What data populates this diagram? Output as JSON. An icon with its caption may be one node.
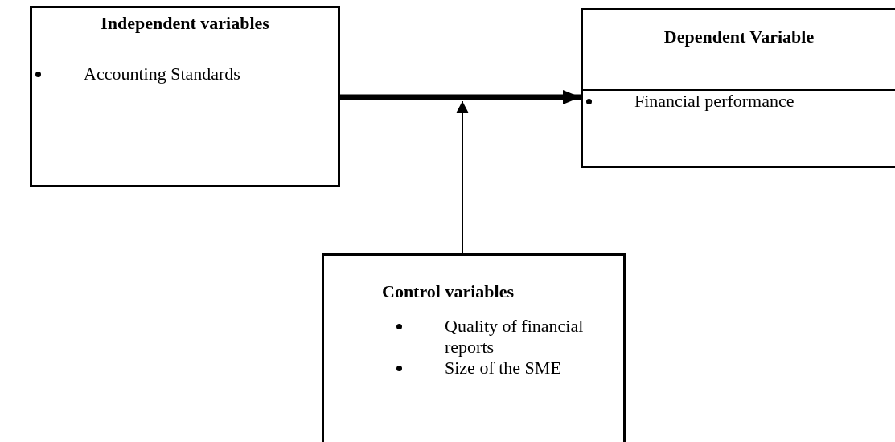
{
  "diagram": {
    "nodes": [
      {
        "text": [
          "Independent variables",
          "Accounting Standards"
        ]
      },
      {
        "text": [
          "Dependent Variable",
          "Financial performance"
        ]
      },
      {
        "text": [
          "Control variables",
          "Quality of financial reports",
          "Size of the SME"
        ]
      }
    ],
    "edges": [
      {
        "from": 0,
        "to": 1,
        "arrow": "to",
        "style": "thick"
      },
      {
        "from": 2,
        "to": null,
        "arrow": "to"
      }
    ]
  }
}
